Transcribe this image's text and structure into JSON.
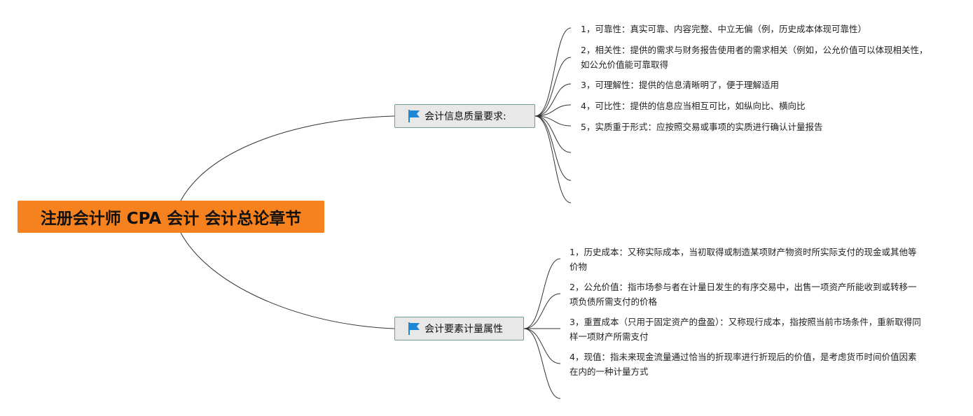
{
  "root": {
    "title": "注册会计师 CPA 会计 会计总论章节",
    "color": "#f5821f"
  },
  "branches": [
    {
      "title": "会计信息质量要求:",
      "icon": "flag-icon",
      "items": [
        "1，可靠性：真实可靠、内容完整、中立无偏（例，历史成本体现可靠性）",
        "2，相关性：提供的需求与财务报告使用者的需求相关（例如，公允价值可以体现相关性，如公允价值能可靠取得",
        "3，可理解性：提供的信息清晰明了，便于理解适用",
        "4，可比性：提供的信息应当相互可比，如纵向比、横向比",
        "5，实质重于形式：应按照交易或事项的实质进行确认计量报告",
        "",
        "",
        ""
      ]
    },
    {
      "title": "会计要素计量属性",
      "icon": "flag-icon",
      "items": [
        "1，历史成本：又称实际成本，当初取得或制造某项财产物资时所实际支付的现金或其他等价物",
        "2，公允价值：指市场参与者在计量日发生的有序交易中，出售一项资产所能收到或转移一项负债所需支付的价格",
        "3，重置成本（只用于固定资产的盘盈）：又称现行成本，指按照当前市场条件，重新取得同样一项财产所需支付",
        "4，现值：指未来现金流量通过恰当的折现率进行折现后的价值，是考虑货币时间价值因素在内的一种计量方式",
        ""
      ]
    }
  ],
  "colors": {
    "flag": "#1e88d8",
    "topic_fill": "#e8e8e8",
    "topic_border": "#6f9e93",
    "line": "#333333"
  }
}
